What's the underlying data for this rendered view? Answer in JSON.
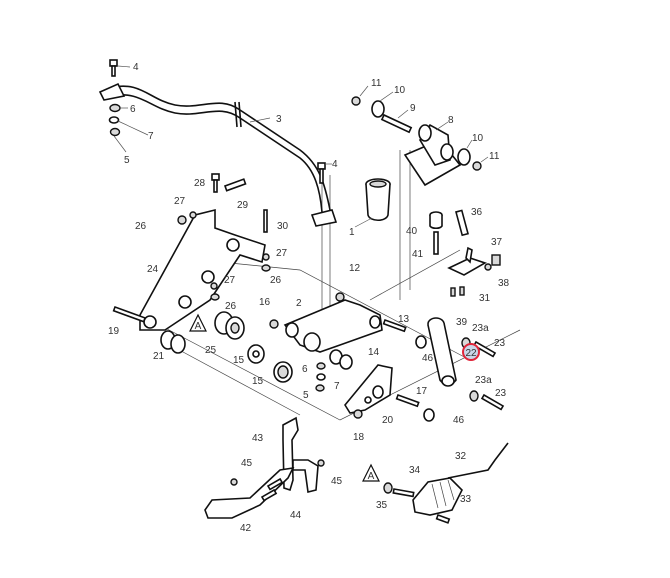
{
  "diagram": {
    "title": "Rear suspension exploded parts diagram",
    "highlight_color": "#e0263a",
    "highlight_fill": "#c9d6e8",
    "highlighted_callout": "22",
    "warning_symbol_letter": "A",
    "callouts": {
      "c1": "1",
      "c2": "2",
      "c3": "3",
      "c4a": "4",
      "c4b": "4",
      "c5a": "5",
      "c5b": "5",
      "c6a": "6",
      "c6b": "6",
      "c7a": "7",
      "c7b": "7",
      "c8": "8",
      "c9": "9",
      "c10a": "10",
      "c10b": "10",
      "c11a": "11",
      "c11b": "11",
      "c12": "12",
      "c13": "13",
      "c14": "14",
      "c15a": "15",
      "c15b": "15",
      "c16": "16",
      "c17": "17",
      "c18": "18",
      "c19": "19",
      "c20": "20",
      "c21": "21",
      "c22": "22",
      "c23a": "23",
      "c23b": "23",
      "c23aa": "23a",
      "c23ab": "23a",
      "c24": "24",
      "c25": "25",
      "c26a": "26",
      "c26b": "26",
      "c26c": "26",
      "c27a": "27",
      "c27b": "27",
      "c27c": "27",
      "c28": "28",
      "c29": "29",
      "c30": "30",
      "c31": "31",
      "c32": "32",
      "c33": "33",
      "c34": "34",
      "c35": "35",
      "c36": "36",
      "c37": "37",
      "c38": "38",
      "c39": "39",
      "c40": "40",
      "c41": "41",
      "c42": "42",
      "c43": "43",
      "c44": "44",
      "c45a": "45",
      "c45b": "45",
      "c46a": "46",
      "c46b": "46"
    }
  }
}
